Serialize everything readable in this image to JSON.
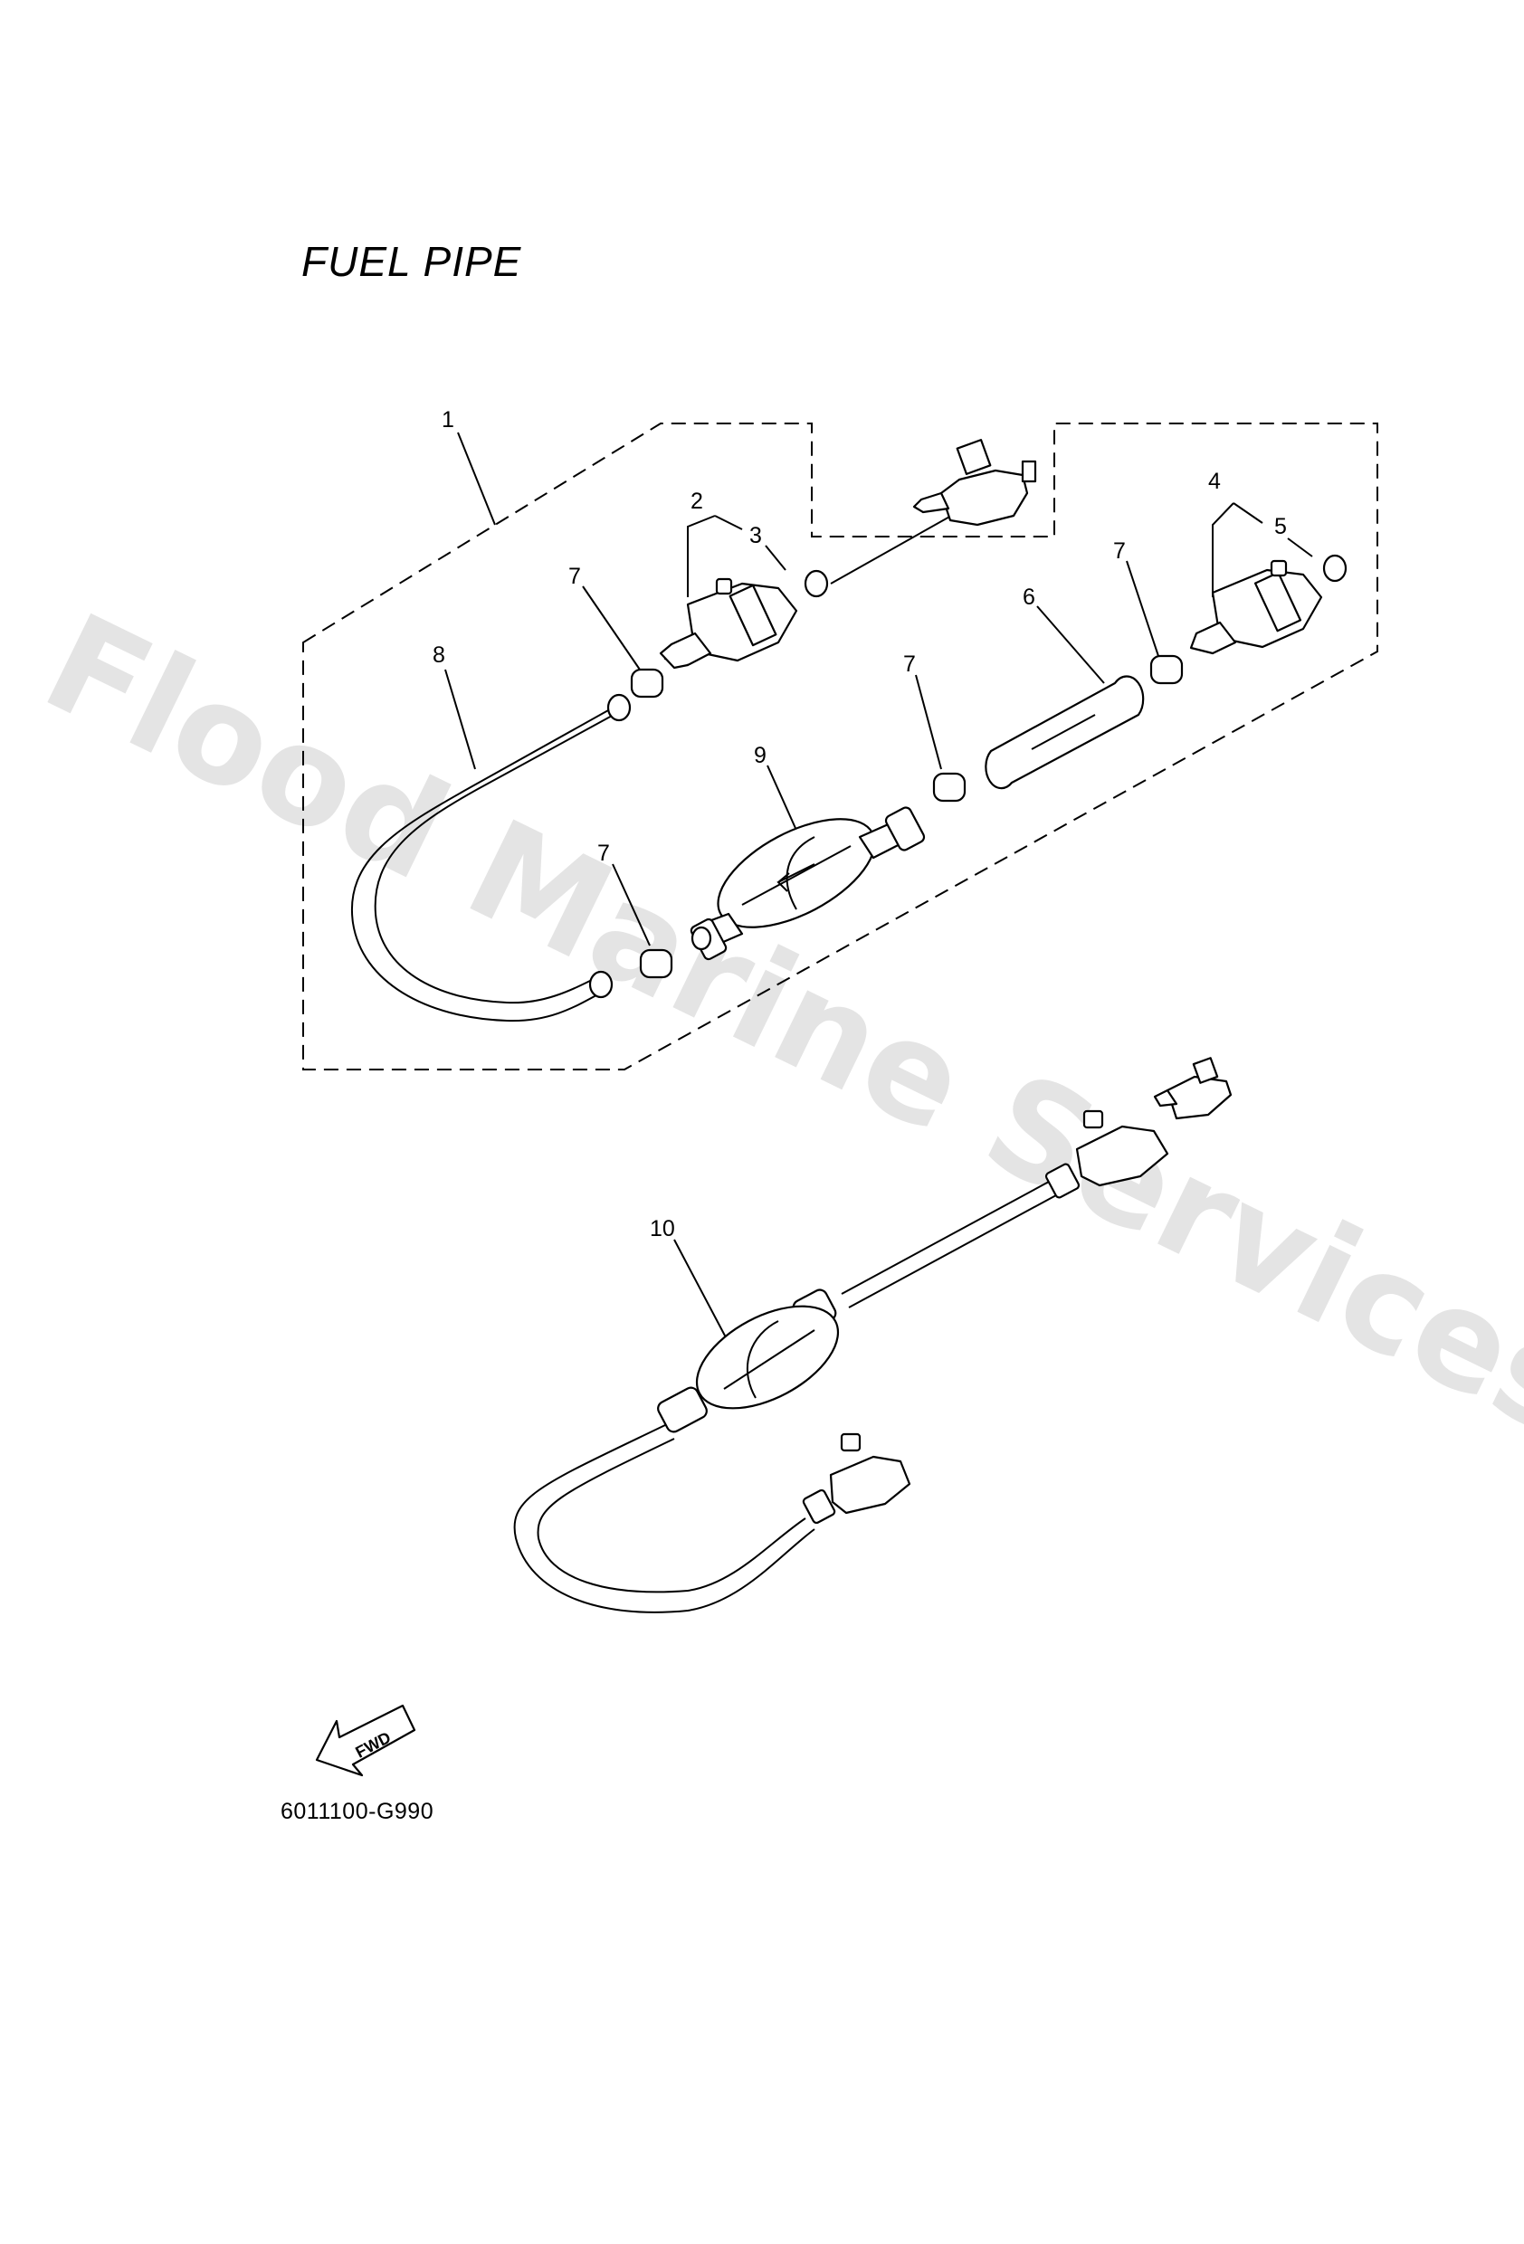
{
  "title": "FUEL PIPE",
  "diagram_code": "6011100-G990",
  "watermark": "Flood Marine Services",
  "fwd_label": "FWD",
  "callouts": {
    "c1": "1",
    "c2": "2",
    "c3": "3",
    "c4": "4",
    "c5": "5",
    "c6": "6",
    "c7a": "7",
    "c7b": "7",
    "c7c": "7",
    "c7d": "7",
    "c8": "8",
    "c9": "9",
    "c10": "10"
  }
}
